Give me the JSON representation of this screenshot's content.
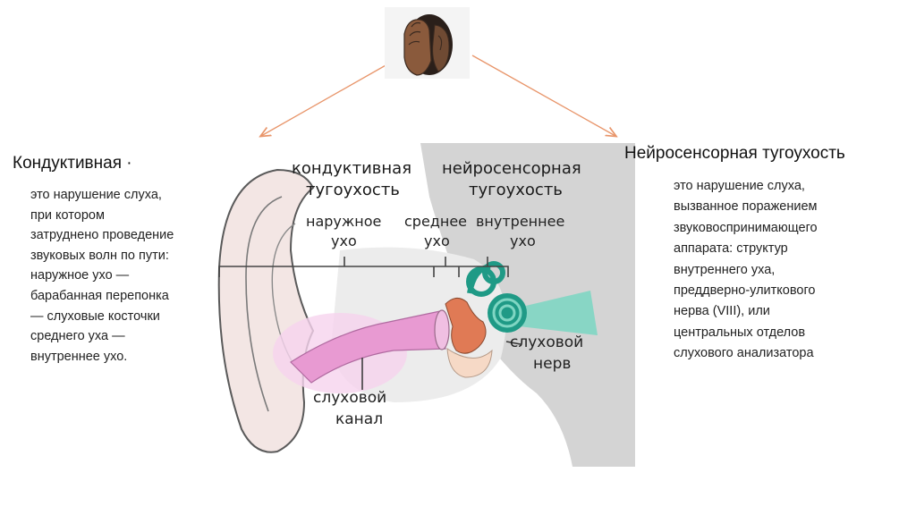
{
  "left": {
    "title": "Кондуктивная ·",
    "desc_lines": [
      "это нарушение слуха,",
      "при котором",
      "затруднено проведение",
      "звуковых волн по пути:",
      "наружное ухо —",
      "барабанная перепонка",
      "— слуховые косточки",
      "среднего уха —",
      "внутреннее ухо."
    ]
  },
  "right": {
    "title": "Нейросенсорная тугоухость",
    "desc_lines": [
      "это нарушение слуха,",
      "вызванное поражением",
      "звуковоспринимающего",
      "аппарата: структур",
      "внутреннего уха,",
      "преддверно-улиткового",
      "нерва (VIII), или",
      "центральных отделов",
      "слухового анализатора"
    ]
  },
  "diagram": {
    "conductive_l1": "кондуктивная",
    "conductive_l2": "тугоухость",
    "neuro_l1": "нейросенсорная",
    "neuro_l2": "тугоухость",
    "outer_l1": "наружное",
    "outer_l2": "ухо",
    "middle_l1": "среднее",
    "middle_l2": "ухо",
    "inner_l1": "внутреннее",
    "inner_l2": "ухо",
    "nerve_l1": "слуховой",
    "nerve_l2": "нерв",
    "canal_l1": "слуховой",
    "canal_l2": "канал"
  },
  "colors": {
    "arrow": "#e8956a",
    "canal": "#e89ad2",
    "cochlea": "#1f9a86",
    "ossicles": "#e07a55",
    "gray_region": "#d4d4d4"
  },
  "icons": {
    "hand_ear": "hand-to-ear-icon"
  }
}
